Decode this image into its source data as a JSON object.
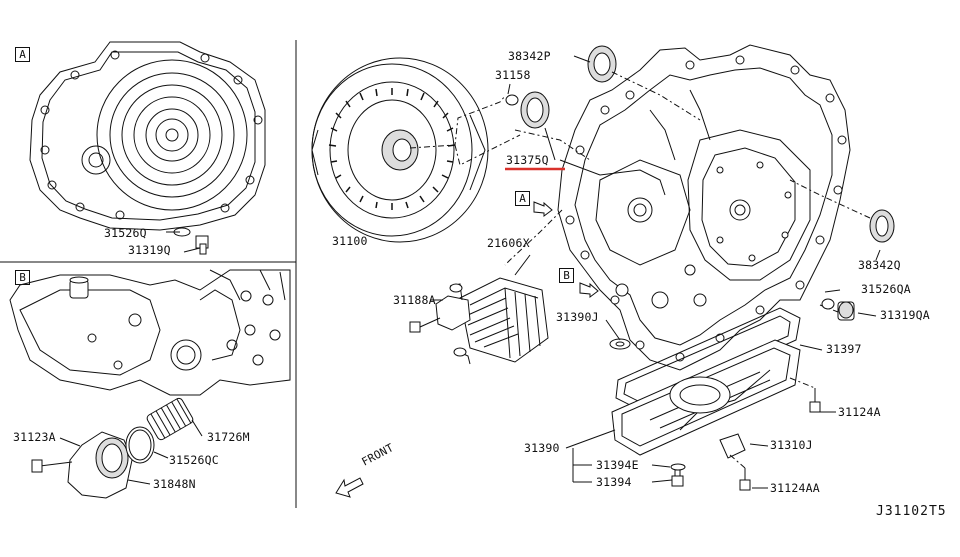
{
  "diagram_code": "J31102T5",
  "insets": [
    {
      "key": "A"
    },
    {
      "key": "B"
    }
  ],
  "callouts": {
    "A": "A",
    "B": "B"
  },
  "front_label": "FRONT",
  "parts": {
    "p31526Q": "31526Q",
    "p31319Q": "31319Q",
    "p31123A": "31123A",
    "p31726M": "31726M",
    "p31526QC": "31526QC",
    "p31848N": "31848N",
    "p31100": "31100",
    "p38342P": "38342P",
    "p31158": "31158",
    "p31375Q": "31375Q",
    "p21606X": "21606X",
    "p31188A": "31188A",
    "p31390J": "31390J",
    "p38342Q": "38342Q",
    "p31526QA": "31526QA",
    "p31319QA": "31319QA",
    "p31397": "31397",
    "p31124A": "31124A",
    "p31390": "31390",
    "p31310J": "31310J",
    "p31394E": "31394E",
    "p31394": "31394",
    "p31124AA": "31124AA"
  },
  "colors": {
    "line": "#111111",
    "highlight": "#d9312b",
    "background": "#ffffff"
  }
}
